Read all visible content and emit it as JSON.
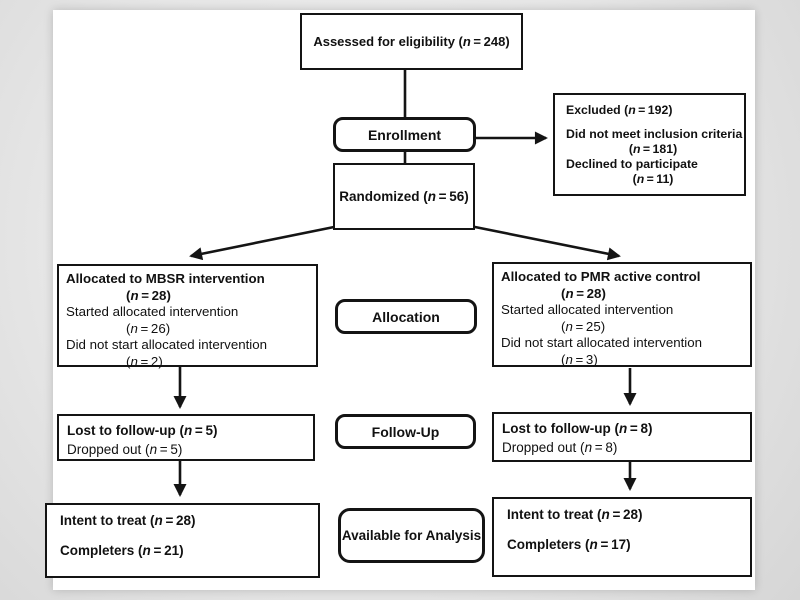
{
  "stages": {
    "enrollment": "Enrollment",
    "allocation": "Allocation",
    "follow_up": "Follow-Up",
    "analysis": "Available for Analysis"
  },
  "boxes": {
    "assessed": {
      "text": "Assessed for eligibility (n = 248)"
    },
    "excluded": {
      "title": "Excluded (n = 192)",
      "reasons": [
        {
          "label": "Did not meet inclusion criteria",
          "count": "(n = 181)"
        },
        {
          "label": "Declined to participate",
          "count": "(n = 11)"
        }
      ]
    },
    "randomized": {
      "text": "Randomized (n = 56)"
    },
    "allocation_mbsr": {
      "title": "Allocated to MBSR intervention",
      "title_count": "(n = 28)",
      "items": [
        {
          "label": "Started allocated intervention",
          "count": "(n = 26)"
        },
        {
          "label": "Did not start allocated intervention",
          "count": "(n = 2)"
        }
      ]
    },
    "allocation_pmr": {
      "title": "Allocated to PMR active control",
      "title_count": "(n = 28)",
      "items": [
        {
          "label": "Started allocated intervention",
          "count": "(n = 25)"
        },
        {
          "label": "Did not start allocated intervention",
          "count": "(n = 3)"
        }
      ]
    },
    "followup_mbsr": {
      "line1": "Lost to follow-up (n = 5)",
      "line2": "Dropped out (n = 5)"
    },
    "followup_pmr": {
      "line1": "Lost to follow-up (n = 8)",
      "line2": "Dropped out (n = 8)"
    },
    "analysis_mbsr": {
      "line1": "Intent to treat (n = 28)",
      "line2": "Completers (n = 21)"
    },
    "analysis_pmr": {
      "line1": "Intent to treat (n = 28)",
      "line2": "Completers (n = 17)"
    }
  },
  "colors": {
    "line": "#141414",
    "box_bg": "#ffffff",
    "text": "#111111"
  }
}
